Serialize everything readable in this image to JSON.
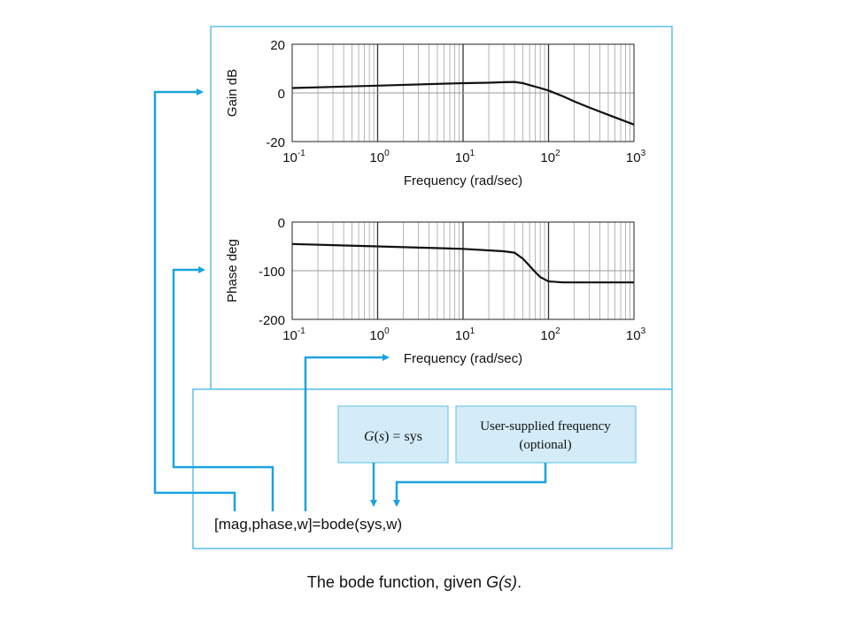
{
  "gain_plot": {
    "ylabel": "Gain dB",
    "xlabel": "Frequency (rad/sec)",
    "y_ticks": [
      "20",
      "0",
      "-20"
    ]
  },
  "phase_plot": {
    "ylabel": "Phase deg",
    "xlabel": "Frequency (rad/sec)",
    "y_ticks": [
      "0",
      "-100",
      "-200"
    ]
  },
  "x_ticks": [
    {
      "base": "10",
      "exp": "-1"
    },
    {
      "base": "10",
      "exp": "0"
    },
    {
      "base": "10",
      "exp": "1"
    },
    {
      "base": "10",
      "exp": "2"
    },
    {
      "base": "10",
      "exp": "3"
    }
  ],
  "boxes": {
    "gs": {
      "func": "G",
      "var": "s",
      "rhs": "= sys"
    },
    "user_freq": {
      "line1": "User-supplied frequency",
      "line2": "(optional)"
    }
  },
  "command": "[mag,phase,w]=bode(sys,w)",
  "caption": {
    "prefix": "The bode function, given ",
    "italic": "G(s)",
    "suffix": "."
  },
  "colors": {
    "accent": "#1aa3e0",
    "box_fill": "#d3ecf8",
    "panel_border": "#5bc0eb"
  },
  "chart_data": [
    {
      "type": "line",
      "x_scale": "log",
      "xlim": [
        0.1,
        1000
      ],
      "ylim": [
        -20,
        20
      ],
      "xlabel": "Frequency (rad/sec)",
      "ylabel": "Gain dB",
      "grid": true,
      "series": [
        {
          "x": [
            0.1,
            1,
            10,
            20,
            30,
            40,
            50,
            60,
            80,
            100,
            150,
            200,
            300,
            500,
            1000
          ],
          "y": [
            2,
            3,
            4,
            4.2,
            4.4,
            4.5,
            4.0,
            3.2,
            2.0,
            1.0,
            -1.5,
            -3.5,
            -6,
            -9,
            -13
          ]
        }
      ]
    },
    {
      "type": "line",
      "x_scale": "log",
      "xlim": [
        0.1,
        1000
      ],
      "ylim": [
        -200,
        0
      ],
      "xlabel": "Frequency (rad/sec)",
      "ylabel": "Phase deg",
      "grid": true,
      "series": [
        {
          "x": [
            0.1,
            1,
            10,
            30,
            40,
            50,
            60,
            70,
            80,
            100,
            150,
            200,
            500,
            1000
          ],
          "y": [
            -45,
            -50,
            -55,
            -60,
            -63,
            -75,
            -90,
            -103,
            -113,
            -122,
            -124,
            -124,
            -124,
            -124
          ]
        }
      ]
    }
  ]
}
